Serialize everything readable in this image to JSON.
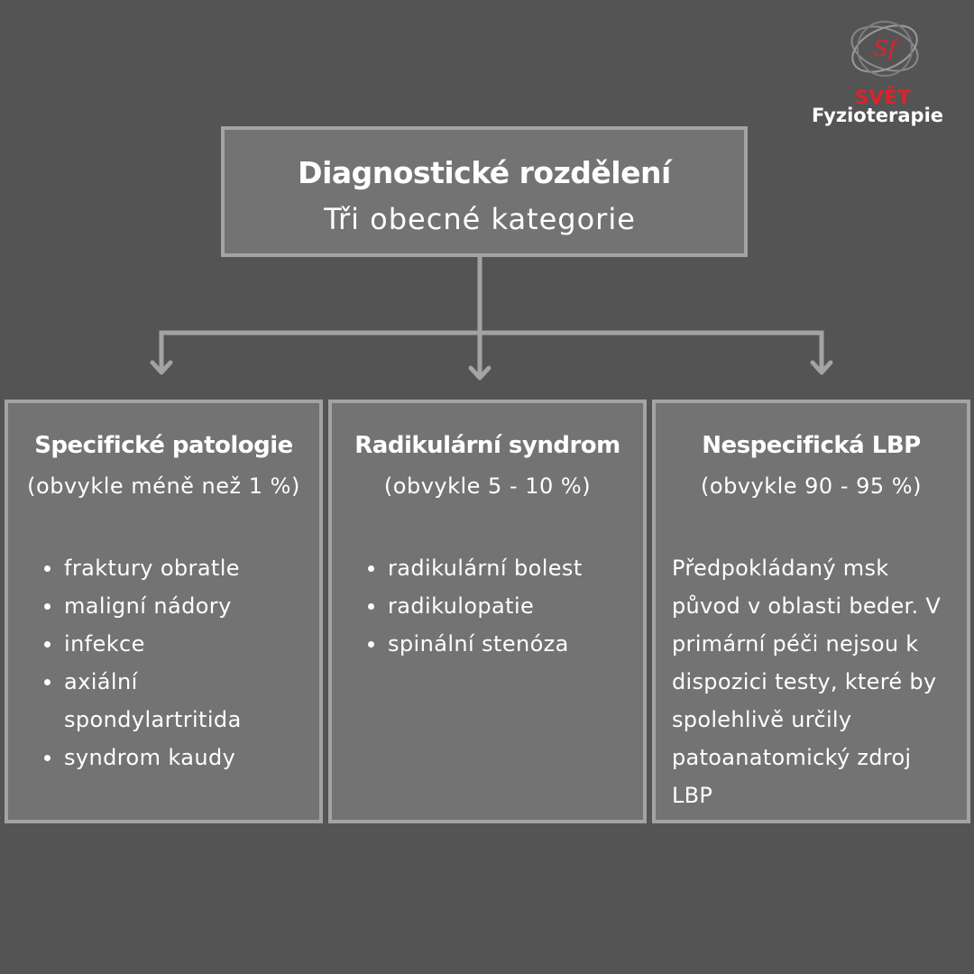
{
  "logo": {
    "mark_text": "Sf",
    "line1": "SVĚT",
    "line2": "Fyzioterapie",
    "accent_color": "#e0222a"
  },
  "root": {
    "title": "Diagnostické rozdělení",
    "subtitle": "Tři obecné kategorie"
  },
  "categories": [
    {
      "title": "Specifické patologie",
      "subtitle": "(obvykle méně než 1 %)",
      "items": [
        "fraktury obratle",
        "maligní nádory",
        "infekce",
        "axiální spondylartritida",
        "syndrom kaudy"
      ]
    },
    {
      "title": "Radikulární syndrom",
      "subtitle": "(obvykle 5 - 10 %)",
      "items": [
        "radikulární bolest",
        "radikulopatie",
        "spinální stenóza"
      ]
    },
    {
      "title": "Nespecifická LBP",
      "subtitle": "(obvykle 90 - 95 %)",
      "description": "Předpokládaný msk původ v oblasti beder. V primární péči nejsou k dispozici testy, které by spolehlivě určily patoanatomický zdroj LBP"
    }
  ],
  "colors": {
    "background": "#545454",
    "box_fill": "#737373",
    "box_border": "#a3a3a3",
    "connector": "#a3a3a3"
  }
}
